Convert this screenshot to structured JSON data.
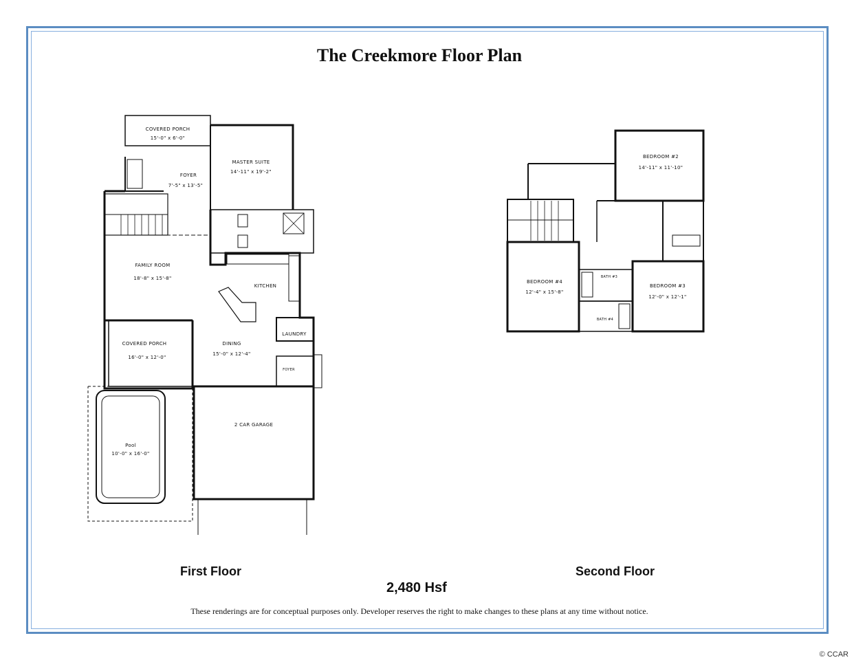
{
  "title": "The Creekmore Floor Plan",
  "first_floor_label": "First Floor",
  "second_floor_label": "Second Floor",
  "square_feet": "2,480 Hsf",
  "disclaimer": "These renderings are for conceptual purposes only.  Developer reserves the right to make changes to these plans at any time without notice.",
  "watermark": "© CCAR",
  "first_floor_rooms": {
    "covered_porch_front": {
      "name": "COVERED PORCH",
      "size": "15'-0\" x 6'-0\""
    },
    "foyer": {
      "name": "FOYER",
      "size": "7'-5\" x 13'-5\""
    },
    "master_suite": {
      "name": "MASTER SUITE",
      "size": "14'-11\" x 19'-2\""
    },
    "family_room": {
      "name": "FAMILY ROOM",
      "size": "18'-8\" x 15'-8\""
    },
    "kitchen": {
      "name": "KITCHEN"
    },
    "laundry": {
      "name": "LAUNDRY"
    },
    "covered_porch_rear": {
      "name": "COVERED PORCH",
      "size": "16'-0\" x 12'-0\""
    },
    "dining": {
      "name": "DINING",
      "size": "15'-0\" x 12'-4\""
    },
    "foyer_side": {
      "name": "FOYER"
    },
    "garage": {
      "name": "2 CAR GARAGE"
    },
    "pool": {
      "name": "Pool",
      "size": "10'-0\" x 16'-0\""
    }
  },
  "second_floor_rooms": {
    "bedroom2": {
      "name": "BEDROOM #2",
      "size": "14'-11\" x 11'-10\""
    },
    "bedroom4": {
      "name": "BEDROOM #4",
      "size": "12'-4\" x 15'-8\""
    },
    "bedroom3": {
      "name": "BEDROOM #3",
      "size": "12'-0\" x 12'-1\""
    },
    "bath3": {
      "name": "BATH #3"
    },
    "bath4": {
      "name": "BATH #4"
    }
  }
}
